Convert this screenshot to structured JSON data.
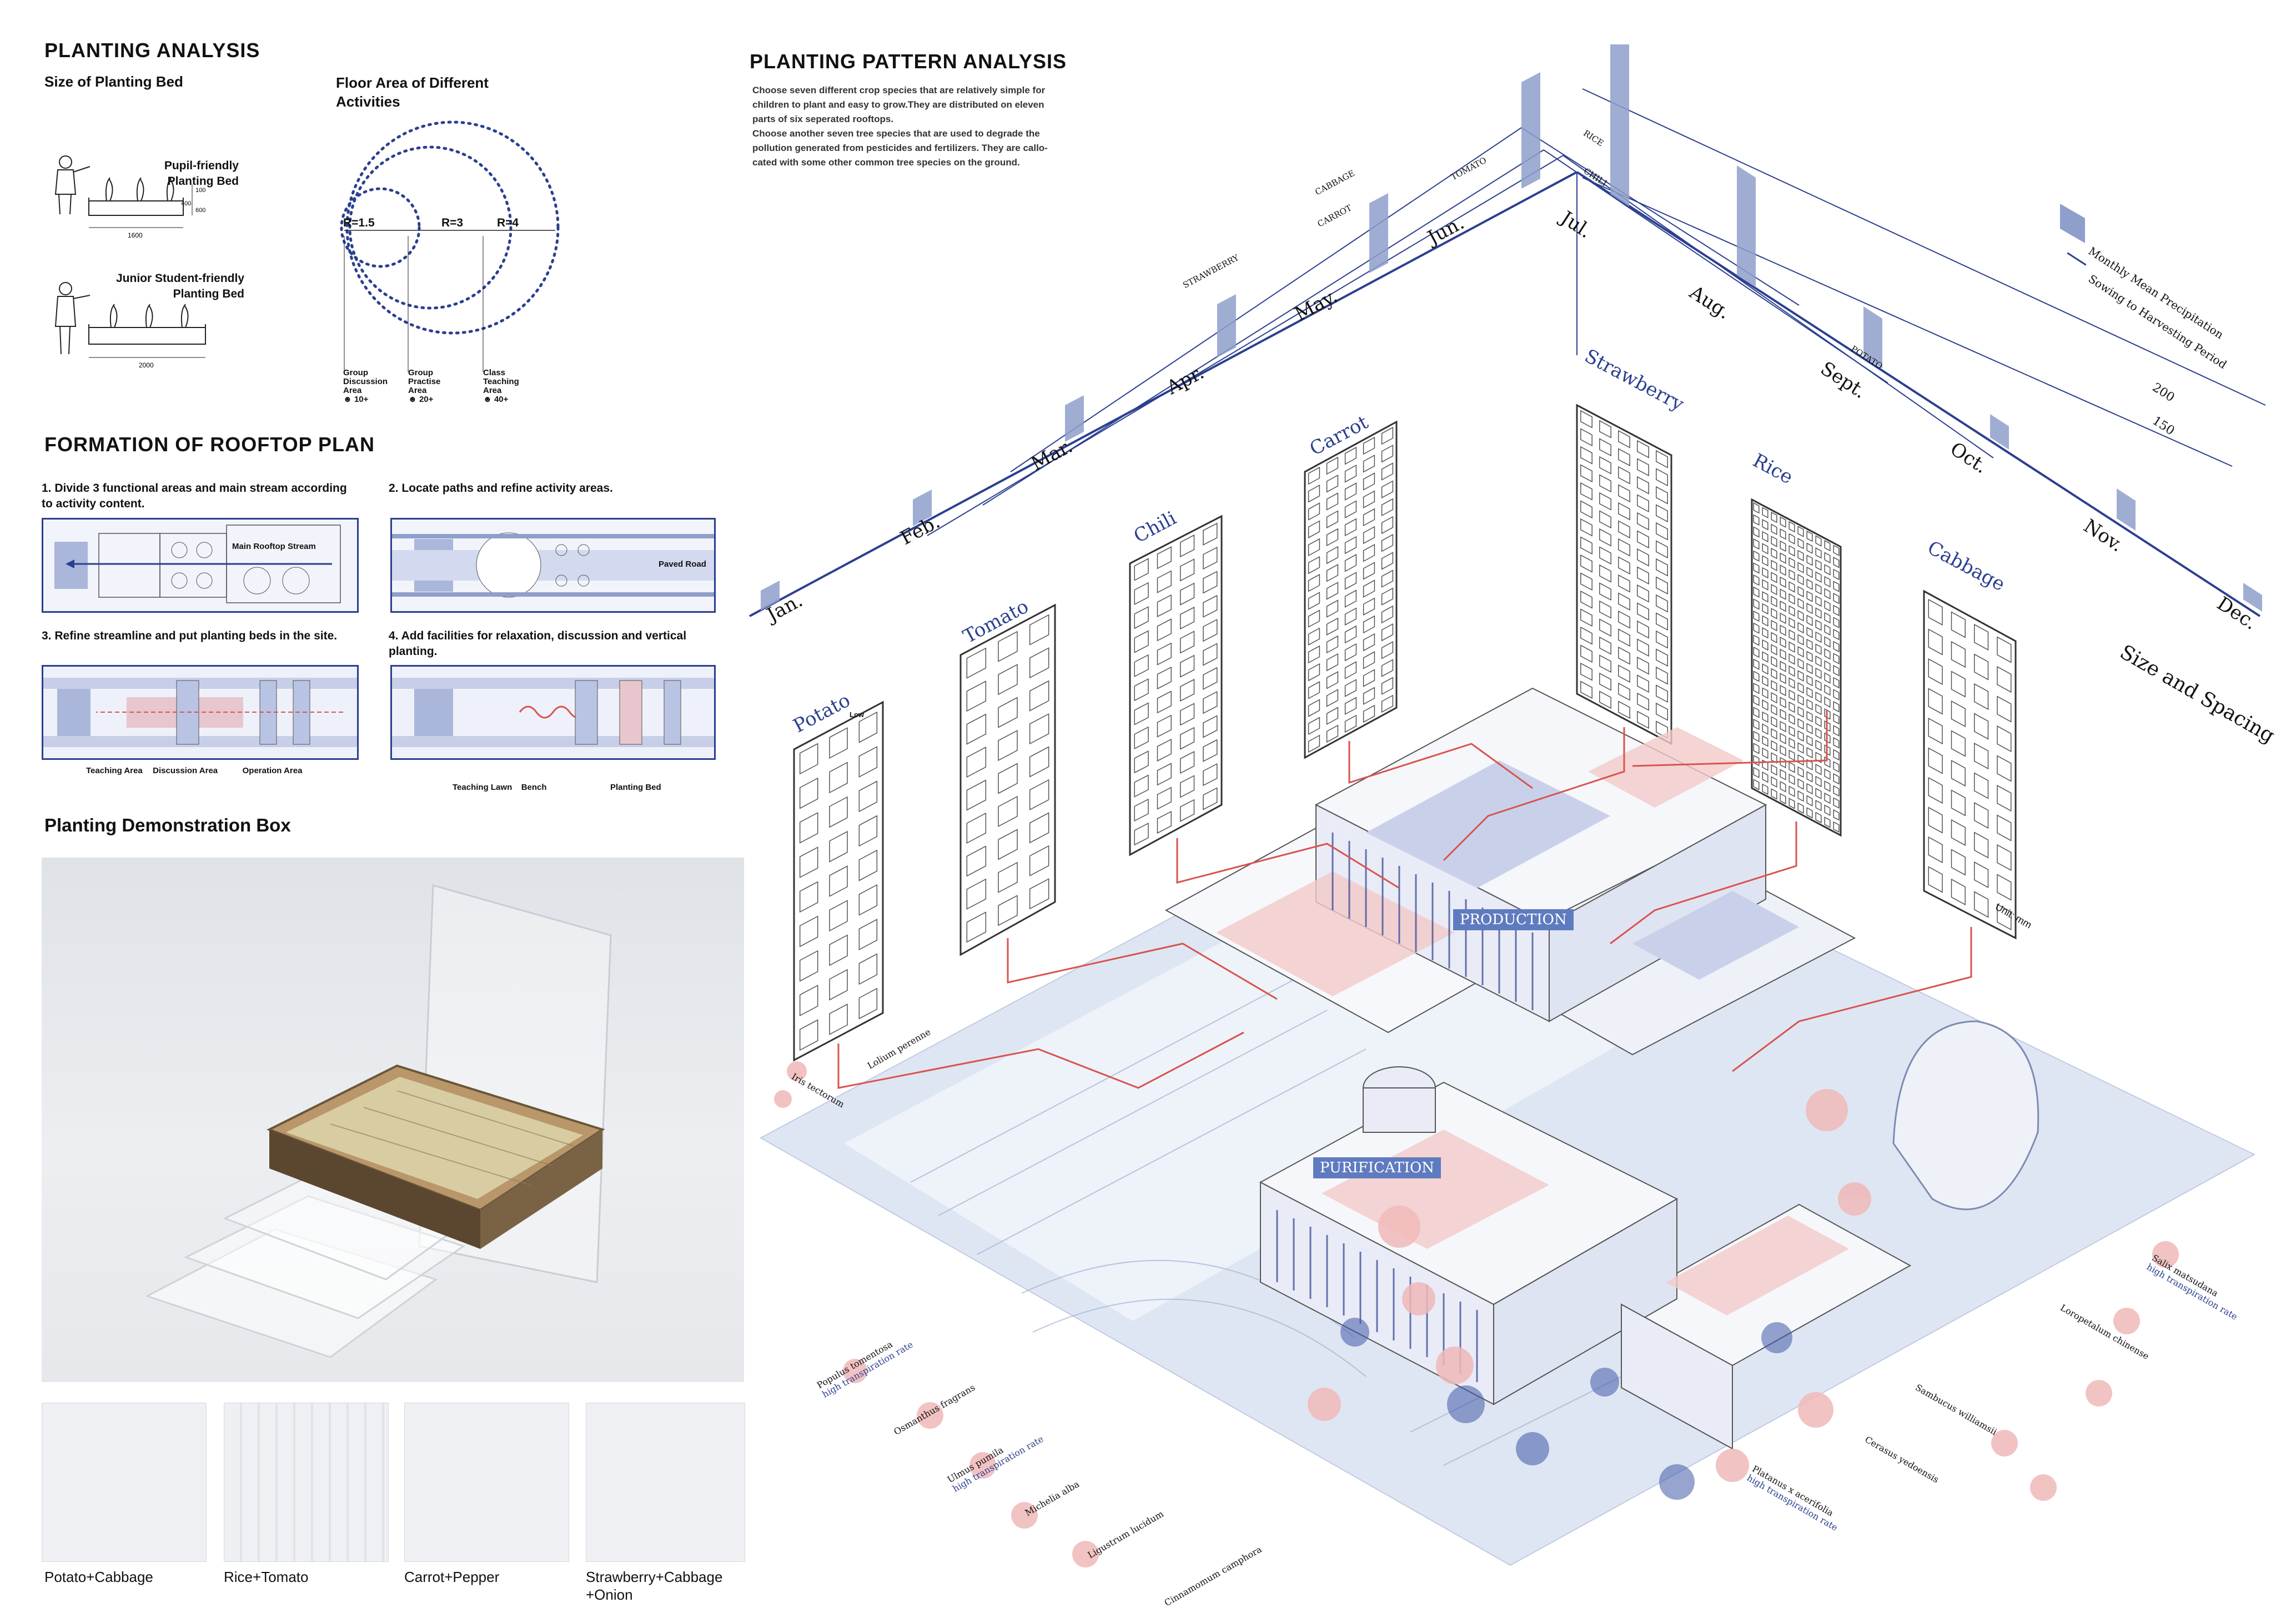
{
  "planting_analysis": {
    "title": "PLANTING ANALYSIS",
    "bed_size_heading": "Size of Planting Bed",
    "floor_area_heading_line1": "Floor Area of Different",
    "floor_area_heading_line2": "Activities",
    "pupil_bed_line1": "Pupil-friendly",
    "pupil_bed_line2": "Planting Bed",
    "pupil_bed_width": "1600",
    "junior_bed_line1": "Junior Student-friendly",
    "junior_bed_line2": "Planting Bed",
    "junior_bed_width": "2000",
    "dim_100": "100",
    "dim_400": "400",
    "dim_600": "600",
    "radii": [
      "R=1.5",
      "R=3",
      "R=4"
    ],
    "areas": [
      {
        "name_l1": "Group",
        "name_l2": "Discussion",
        "name_l3": "Area",
        "count": "10+"
      },
      {
        "name_l1": "Group",
        "name_l2": "Practise",
        "name_l3": "Area",
        "count": "20+"
      },
      {
        "name_l1": "Class",
        "name_l2": "Teaching",
        "name_l3": "Area",
        "count": "40+"
      }
    ]
  },
  "rooftop_plan": {
    "title": "FORMATION OF ROOFTOP PLAN",
    "step1_l1": "1. Divide 3 functional areas and main stream according",
    "step1_l2": "to activity content.",
    "step2": "2. Locate paths and refine activity areas.",
    "step3": "3. Refine streamline and put planting beds in the site.",
    "step4_l1": "4. Add facilities for relaxation, discussion and vertical",
    "step4_l2": "planting.",
    "main_stream": "Main Rooftop Stream",
    "paved_road": "Paved Road",
    "labels3": [
      "Teaching Area",
      "Discussion Area",
      "Operation Area"
    ],
    "labels4": [
      "Teaching Lawn",
      "Bench",
      "Planting Bed"
    ]
  },
  "demo_box": {
    "title": "Planting Demonstration Box",
    "captions": [
      "Potato+Cabbage",
      "Rice+Tomato",
      "Carrot+Pepper",
      "Strawberry+Cabbage",
      "+Onion"
    ]
  },
  "pattern": {
    "title": "PLANTING PATTERN ANALYSIS",
    "para": [
      "Choose seven different crop species that are relatively simple for",
      "children to plant and easy to grow.They are distributed on eleven",
      "parts of six seperated rooftops.",
      "Choose another seven tree species that are used to degrade the",
      "pollution generated from pesticides and fertilizers. They are callo-",
      "cated with some other common tree species on the ground."
    ],
    "months": [
      "Jan.",
      "Feb.",
      "Mar.",
      "Apr.",
      "May.",
      "Jun.",
      "Jul.",
      "Aug.",
      "Sept.",
      "Oct.",
      "Nov.",
      "Dec."
    ],
    "precip_fraction": [
      0.12,
      0.16,
      0.22,
      0.32,
      0.42,
      0.64,
      0.98,
      0.66,
      0.3,
      0.14,
      0.18,
      0.1
    ],
    "period_labels": [
      "CABBAGE",
      "STRAWBERRY",
      "CARROT",
      "TOMATO",
      "RICE",
      "CHILI",
      "POTATO"
    ],
    "legend_precip": "Monthly Mean Precipitation",
    "legend_period": "Sowing to Harvesting Period",
    "scale_200": "200",
    "scale_150": "150",
    "crops": [
      "Potato",
      "Tomato",
      "Chili",
      "Carrot",
      "Strawberry",
      "Rice",
      "Cabbage"
    ],
    "size_spacing": "Size and Spacing",
    "unit": "Unit: mm",
    "low": "Low",
    "production": "PRODUCTION",
    "purification": "PURIFICATION",
    "tree_labels": [
      "Populus tomentosa",
      "Osmanthus fragrans",
      "Ulmus pumila",
      "Michelia alba",
      "Ligustrum lucidum",
      "Cinnamomum camphora",
      "Platanus x acerifolia",
      "Cerasus yedoensis",
      "Sambucus williamsii",
      "Loropetalum chinense",
      "Salix matsudana",
      "Lolium perenne",
      "Iris tectorum"
    ],
    "tree_notes": [
      "high transpiration rate",
      "high transpiration rate",
      "high transpiration rate",
      "high transpiration rate"
    ]
  },
  "colors": {
    "navy": "#2b3f8f",
    "precip": "#8f9fcb",
    "red": "#d9534f",
    "pink": "#f0b8b8",
    "ground": "#dfe6f3"
  }
}
